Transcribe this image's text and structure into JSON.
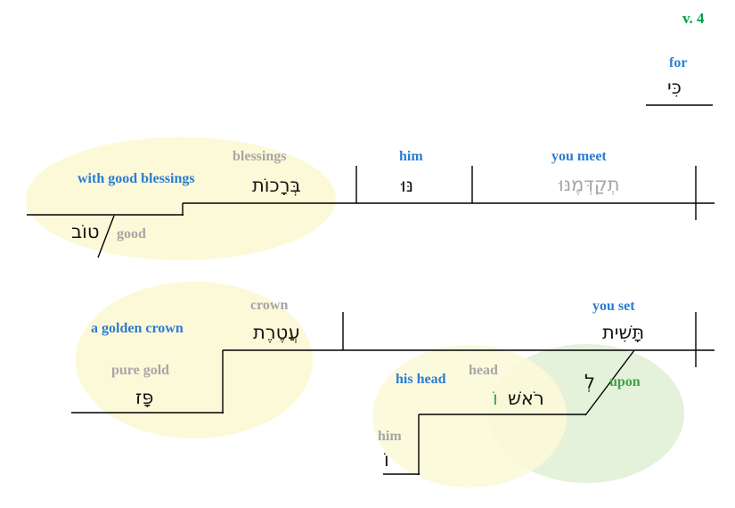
{
  "verse_ref": "v. 4",
  "connector": {
    "gloss": "for",
    "hebrew": "כִּי"
  },
  "clause1": {
    "object_phrase_gloss": "with good blessings",
    "object": {
      "gloss": "blessings",
      "hebrew": "בְּרָכוֹת"
    },
    "modifier": {
      "hebrew": "טוֹב",
      "gloss": "good"
    },
    "suffix": {
      "gloss": "him",
      "hebrew": "נּוּ"
    },
    "verb": {
      "gloss": "you meet",
      "hebrew": "תְקַדְּמֶנּוּ"
    }
  },
  "clause2": {
    "object_phrase_gloss": "a golden crown",
    "object": {
      "gloss": "crown",
      "hebrew": "עֲטֶרֶת"
    },
    "modifier": {
      "gloss": "pure gold",
      "hebrew": "פָּז"
    },
    "verb": {
      "gloss": "you set",
      "hebrew": "תָּשִׁית"
    },
    "prep": {
      "gloss": "upon",
      "hebrew": "לְ"
    },
    "prep_object_phrase_gloss": "his head",
    "prep_object": {
      "gloss": "head",
      "hebrew": "רֹאשׁ",
      "suffix_hebrew": "וֹ"
    },
    "prep_object_suffix": {
      "gloss": "him",
      "hebrew": "וֹ"
    }
  },
  "colors": {
    "gloss_blue": "#2b7cd3",
    "muted_gray": "#a6a6a6",
    "green": "#3fa04a",
    "verse_green": "#00a14b",
    "highlight_yellow": "#fcf9d8",
    "highlight_green": "#e4f1db",
    "line_black": "#000000"
  }
}
